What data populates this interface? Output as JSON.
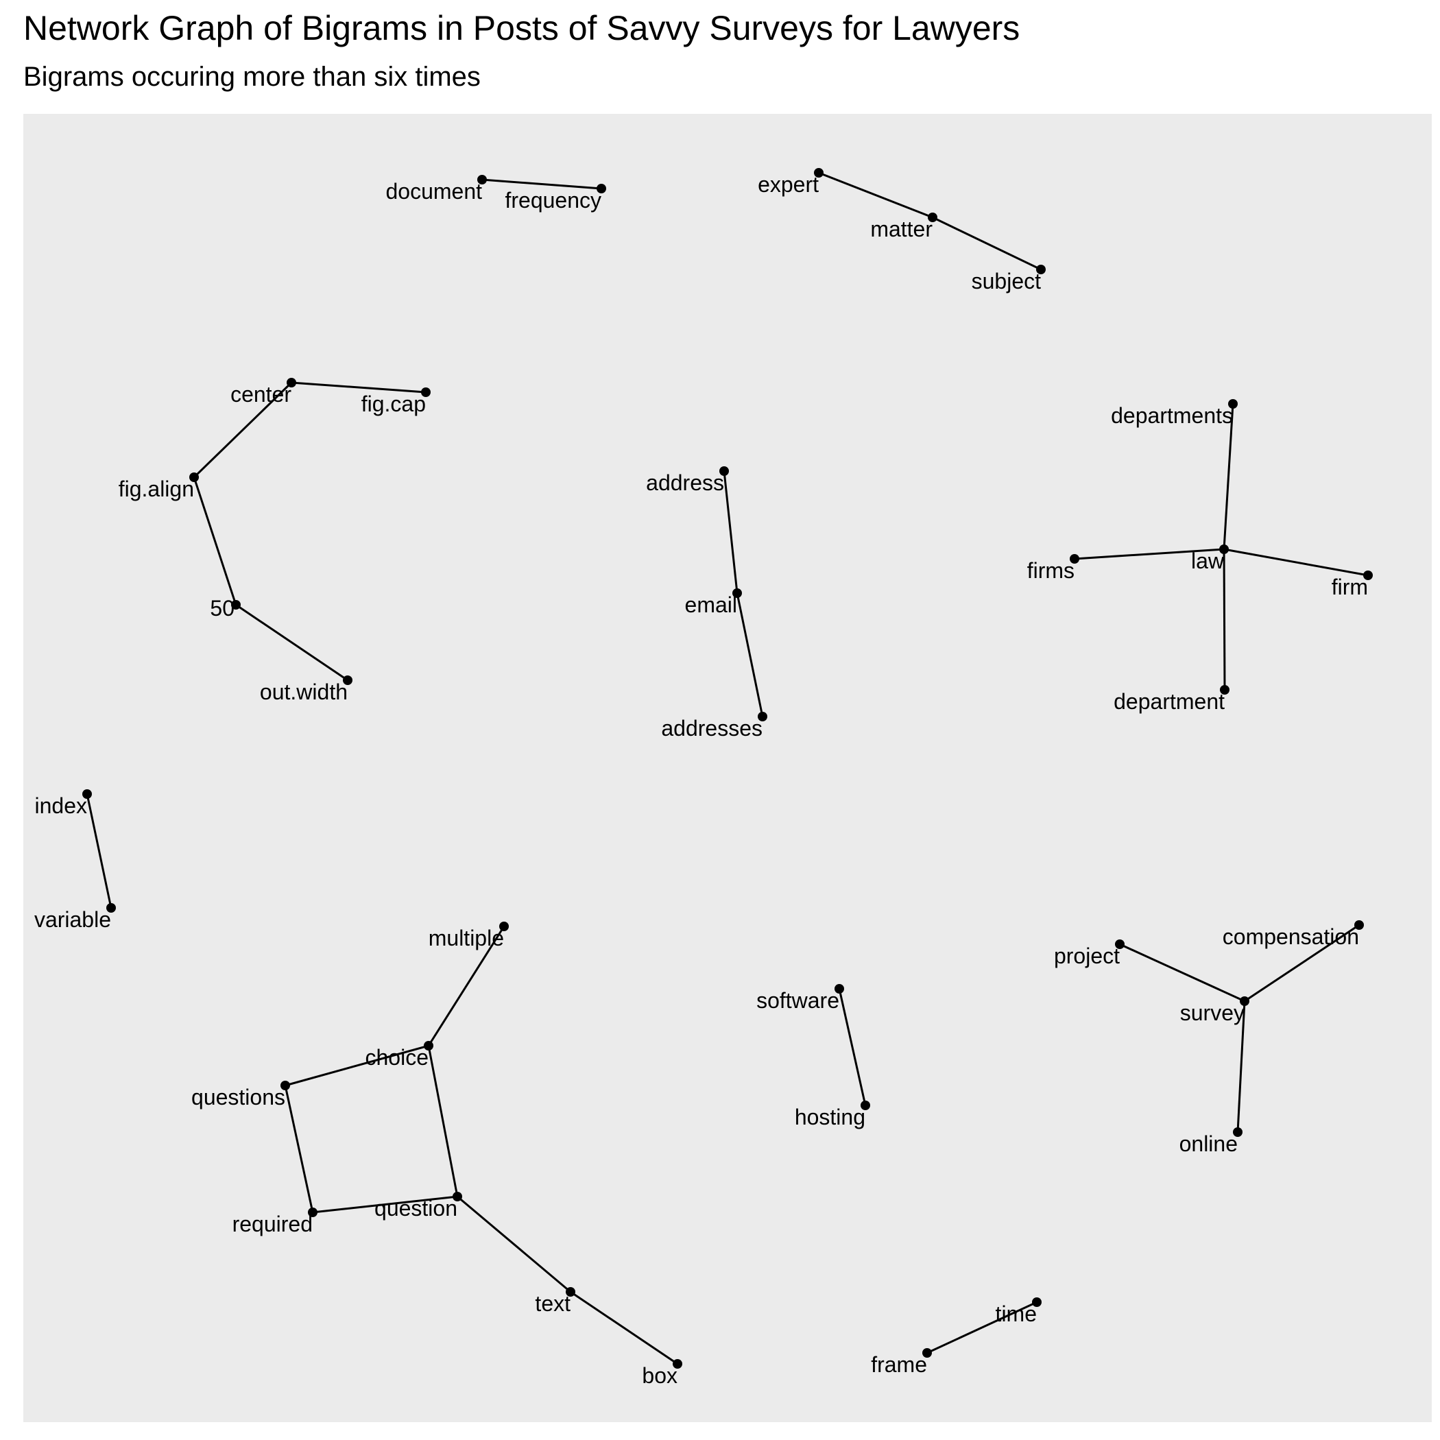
{
  "title": "Network Graph of Bigrams in Posts of Savvy Surveys for Lawyers",
  "subtitle": "Bigrams occuring more than six times",
  "colors": {
    "panel_background": "#EBEBEB",
    "edge": "#000000",
    "node": "#000000",
    "label": "#000000"
  },
  "nodes": [
    {
      "id": "document",
      "label": "document"
    },
    {
      "id": "frequency",
      "label": "frequency"
    },
    {
      "id": "expert",
      "label": "expert"
    },
    {
      "id": "matter",
      "label": "matter"
    },
    {
      "id": "subject",
      "label": "subject"
    },
    {
      "id": "center",
      "label": "center"
    },
    {
      "id": "fig.cap",
      "label": "fig.cap"
    },
    {
      "id": "fig.align",
      "label": "fig.align"
    },
    {
      "id": "50",
      "label": "50"
    },
    {
      "id": "out.width",
      "label": "out.width"
    },
    {
      "id": "address",
      "label": "address"
    },
    {
      "id": "email",
      "label": "email"
    },
    {
      "id": "addresses",
      "label": "addresses"
    },
    {
      "id": "departments",
      "label": "departments"
    },
    {
      "id": "firms",
      "label": "firms"
    },
    {
      "id": "law",
      "label": "law"
    },
    {
      "id": "firm",
      "label": "firm"
    },
    {
      "id": "department",
      "label": "department"
    },
    {
      "id": "index",
      "label": "index"
    },
    {
      "id": "variable",
      "label": "variable"
    },
    {
      "id": "multiple",
      "label": "multiple"
    },
    {
      "id": "choice",
      "label": "choice"
    },
    {
      "id": "questions",
      "label": "questions"
    },
    {
      "id": "required",
      "label": "required"
    },
    {
      "id": "question",
      "label": "question"
    },
    {
      "id": "text",
      "label": "text"
    },
    {
      "id": "box",
      "label": "box"
    },
    {
      "id": "software",
      "label": "software"
    },
    {
      "id": "hosting",
      "label": "hosting"
    },
    {
      "id": "project",
      "label": "project"
    },
    {
      "id": "compensation",
      "label": "compensation"
    },
    {
      "id": "survey",
      "label": "survey"
    },
    {
      "id": "online",
      "label": "online"
    },
    {
      "id": "frame",
      "label": "frame"
    },
    {
      "id": "time",
      "label": "time"
    }
  ],
  "edges": [
    [
      "document",
      "frequency"
    ],
    [
      "expert",
      "matter"
    ],
    [
      "matter",
      "subject"
    ],
    [
      "center",
      "fig.cap"
    ],
    [
      "fig.align",
      "center"
    ],
    [
      "fig.align",
      "50"
    ],
    [
      "50",
      "out.width"
    ],
    [
      "address",
      "email"
    ],
    [
      "email",
      "addresses"
    ],
    [
      "law",
      "departments"
    ],
    [
      "law",
      "firms"
    ],
    [
      "law",
      "firm"
    ],
    [
      "law",
      "department"
    ],
    [
      "index",
      "variable"
    ],
    [
      "multiple",
      "choice"
    ],
    [
      "choice",
      "questions"
    ],
    [
      "choice",
      "question"
    ],
    [
      "questions",
      "required"
    ],
    [
      "required",
      "question"
    ],
    [
      "question",
      "text"
    ],
    [
      "text",
      "box"
    ],
    [
      "software",
      "hosting"
    ],
    [
      "project",
      "survey"
    ],
    [
      "survey",
      "compensation"
    ],
    [
      "survey",
      "online"
    ],
    [
      "time",
      "frame"
    ]
  ]
}
